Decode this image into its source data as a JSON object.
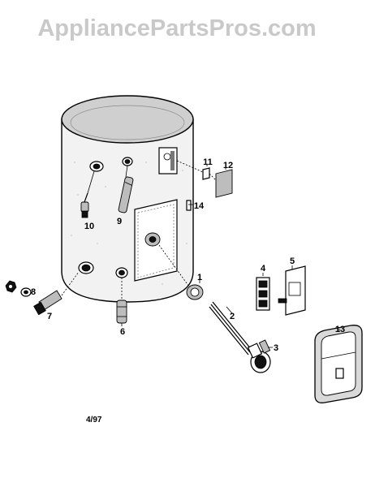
{
  "watermark": "AppliancePartsPros.com",
  "date_code": "4/97",
  "callouts": {
    "c1": "1",
    "c2": "2",
    "c3": "3",
    "c4": "4",
    "c5": "5",
    "c6": "6",
    "c7": "7",
    "c8": "8",
    "c9": "9",
    "c10": "10",
    "c11": "11",
    "c12": "12",
    "c13": "13",
    "c14": "14"
  }
}
